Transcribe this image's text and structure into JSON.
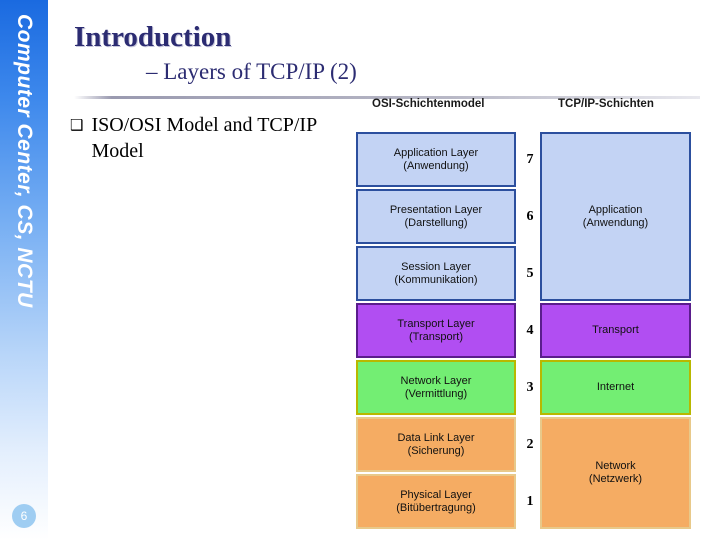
{
  "sidebar": {
    "vertical_text": "Computer Center, CS, NCTU",
    "page_number": "6",
    "accent_color": "#1a6ae0"
  },
  "header": {
    "title": "Introduction",
    "subtitle": "– Layers of TCP/IP (2)",
    "title_color": "#2c2c72"
  },
  "bullet": {
    "glyph": "❑",
    "text": "ISO/OSI Model and TCP/IP Model"
  },
  "diagram": {
    "osi_header": "OSI-Schichtenmodel",
    "tcp_header": "TCP/IP-Schichten",
    "osi_layers": [
      {
        "name": "Application Layer",
        "german": "(Anwendung)",
        "number": "7",
        "color": "#c3d3f4"
      },
      {
        "name": "Presentation Layer",
        "german": "(Darstellung)",
        "number": "6",
        "color": "#c3d3f4"
      },
      {
        "name": "Session Layer",
        "german": "(Kommunikation)",
        "number": "5",
        "color": "#c3d3f4"
      },
      {
        "name": "Transport Layer",
        "german": "(Transport)",
        "number": "4",
        "color": "#b14ef2"
      },
      {
        "name": "Network Layer",
        "german": "(Vermittlung)",
        "number": "3",
        "color": "#73ee73"
      },
      {
        "name": "Data Link Layer",
        "german": "(Sicherung)",
        "number": "2",
        "color": "#f5ac63"
      },
      {
        "name": "Physical Layer",
        "german": "(Bitübertragung)",
        "number": "1",
        "color": "#f5ac63"
      }
    ],
    "tcp_layers": [
      {
        "name": "Application",
        "german": "(Anwendung)",
        "color": "#c3d3f4",
        "spans": 3
      },
      {
        "name": "Transport",
        "german": "",
        "color": "#b14ef2",
        "spans": 1
      },
      {
        "name": "Internet",
        "german": "",
        "color": "#73ee73",
        "spans": 1
      },
      {
        "name": "Network",
        "german": "(Netzwerk)",
        "color": "#f5ac63",
        "spans": 2
      }
    ]
  }
}
